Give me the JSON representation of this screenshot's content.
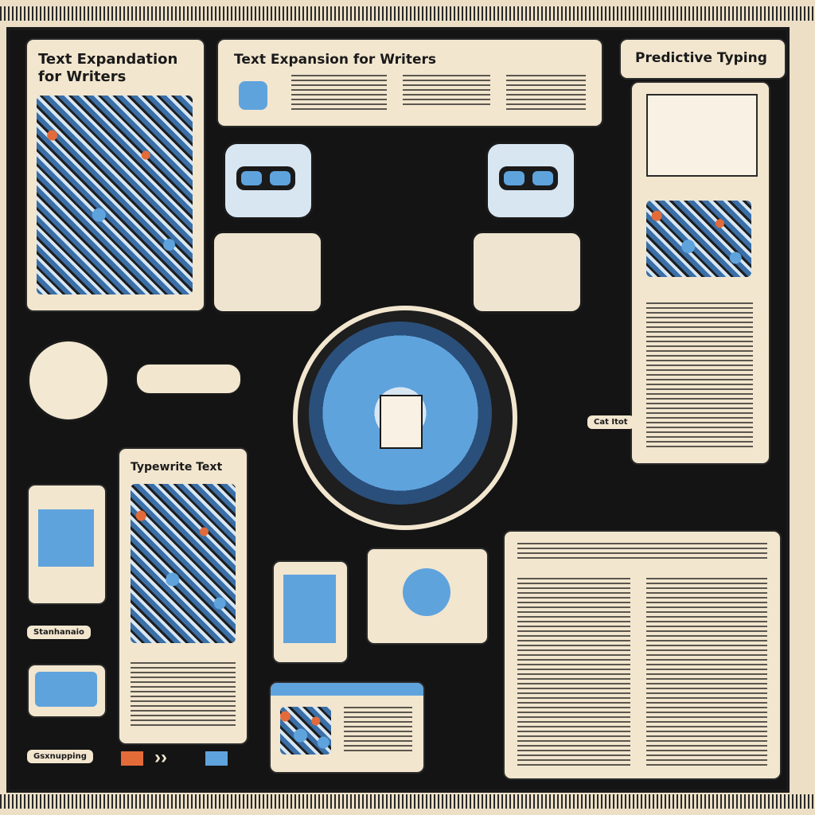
{
  "panels": {
    "top_left_title": "Text Expandation for Writers",
    "top_center_title": "Text Expansion for Writers",
    "top_right_title": "Predictive Typing",
    "middle_left_title": "Typewrite Text",
    "side_label_1": "Stanhanaio",
    "side_label_2": "Gsxnupping",
    "robot_label": "Cat Itot"
  },
  "icons": {
    "chat": "chat-bubble-icon",
    "mail": "mail-icon",
    "book": "open-book-icon",
    "pen": "pen-icon",
    "gear": "gear-icon",
    "robot": "robot-icon"
  },
  "colors": {
    "accent_blue": "#5fa3dd",
    "accent_orange": "#e36b3a",
    "paper": "#f2e6cf",
    "ink": "#141414"
  }
}
